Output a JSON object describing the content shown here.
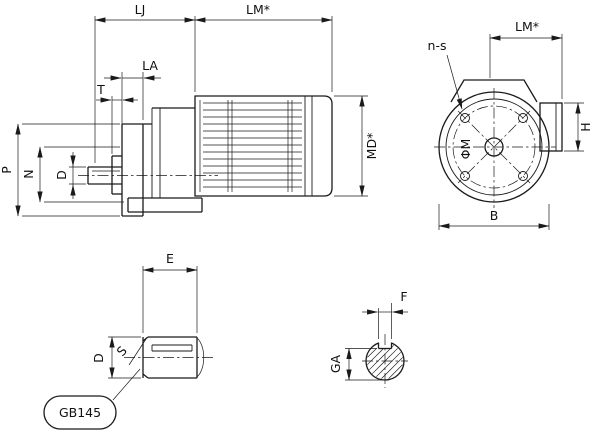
{
  "side_view": {
    "lj": "LJ",
    "lm": "LM*",
    "la": "LA",
    "t": "T",
    "p": "P",
    "n": "N",
    "d": "D",
    "md": "MD*"
  },
  "front_view": {
    "ns": "n-s",
    "lm": "LM*",
    "h": "H",
    "phi_m": "ΦM",
    "b": "B"
  },
  "shaft_view": {
    "e": "E",
    "d": "D",
    "s": "S",
    "callout": "GB145"
  },
  "key_view": {
    "f": "F",
    "ga": "GA"
  },
  "colors": {
    "line": "#1a1a1a",
    "background": "#ffffff"
  }
}
